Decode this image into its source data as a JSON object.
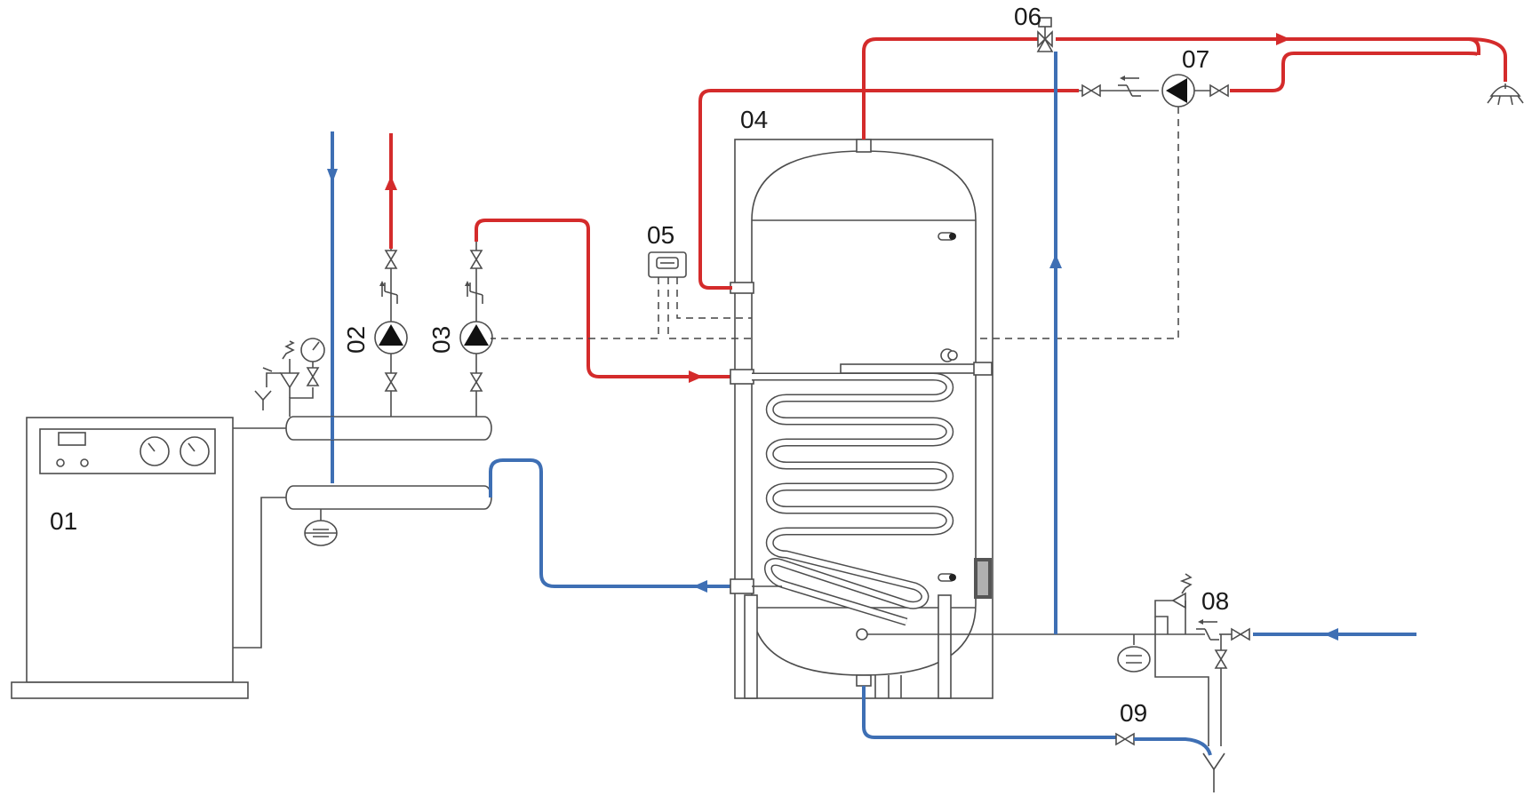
{
  "colors": {
    "hot": "#d42b2b",
    "cold": "#3e6fb4",
    "line": "#4d4d4d"
  },
  "labels": {
    "boiler": "01",
    "pump_a": "02",
    "pump_b": "03",
    "tank": "04",
    "controller": "05",
    "mixing_valve": "06",
    "circulation_pump": "07",
    "safety_group": "08",
    "drain_valve": "09"
  },
  "icons": [
    "boiler-icon",
    "pump-icon",
    "check-valve-icon",
    "ball-valve-icon",
    "pressure-gauge-icon",
    "safety-valve-icon",
    "expansion-vessel-icon",
    "thermostat-icon",
    "shower-head-icon",
    "drain-funnel-icon",
    "three-way-valve-icon",
    "storage-tank-icon",
    "heating-coil-icon"
  ]
}
